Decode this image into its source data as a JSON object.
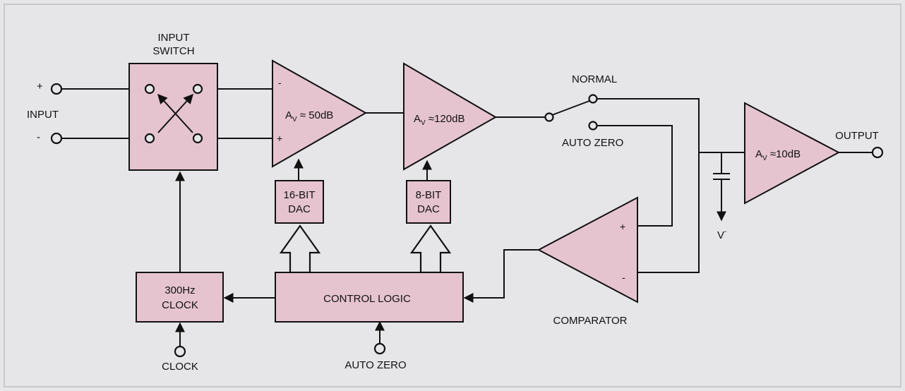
{
  "input_switch": {
    "line1": "INPUT",
    "line2": "SWITCH"
  },
  "input": {
    "label": "INPUT",
    "plus": "+",
    "minus": "-"
  },
  "amp1": {
    "gain_prefix": "A",
    "gain_sub": "V",
    "gain_value": " ≈ 50dB",
    "minus": "-",
    "plus": "+"
  },
  "amp2": {
    "gain_prefix": "A",
    "gain_sub": "V",
    "gain_value": " ≈120dB"
  },
  "amp3": {
    "gain_prefix": "A",
    "gain_sub": "V",
    "gain_value": " ≈10dB"
  },
  "dac16": {
    "line1": "16-BIT",
    "line2": "DAC"
  },
  "dac8": {
    "line1": "8-BIT",
    "line2": "DAC"
  },
  "switch": {
    "normal": "NORMAL",
    "auto_zero": "AUTO ZERO"
  },
  "output": {
    "label": "OUTPUT"
  },
  "supply": {
    "label": "V",
    "sup": "-"
  },
  "comparator": {
    "label": "COMPARATOR",
    "plus": "+",
    "minus": "-"
  },
  "clock_block": {
    "line1": "300Hz",
    "line2": "CLOCK"
  },
  "clock_input": {
    "label": "CLOCK"
  },
  "control_logic": {
    "label": "CONTROL LOGIC"
  },
  "auto_zero_input": {
    "label": "AUTO ZERO"
  },
  "colors": {
    "block_fill": "#e6c4cf",
    "background": "#e6e6e9",
    "line": "#111111"
  }
}
